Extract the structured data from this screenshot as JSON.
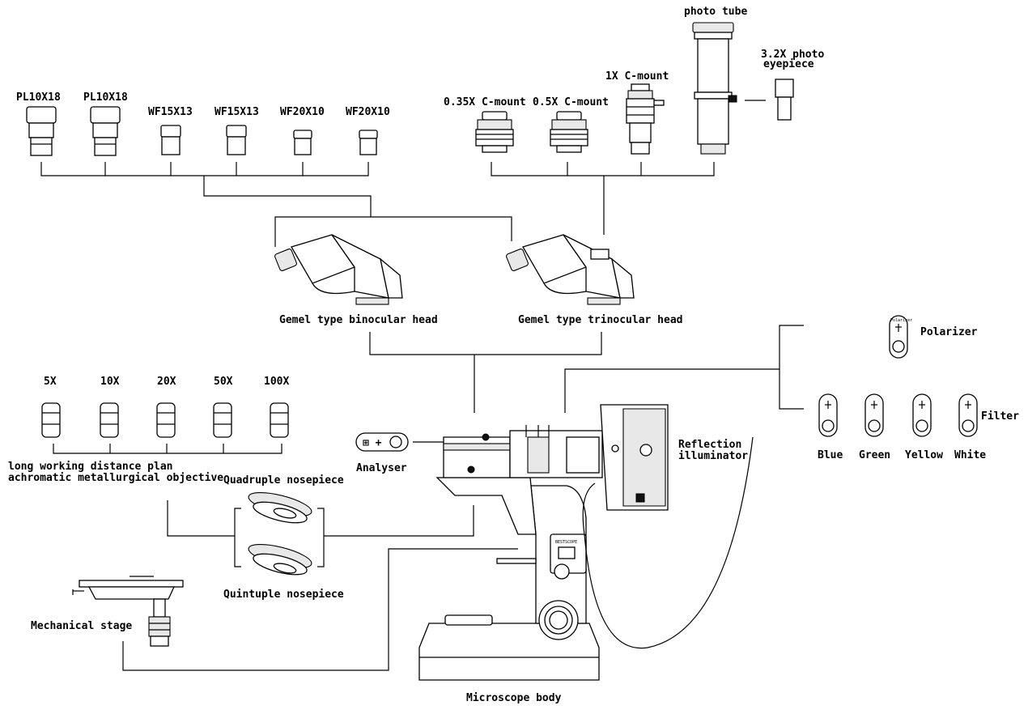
{
  "eyepieces": [
    {
      "label": "PL10X18"
    },
    {
      "label": "PL10X18"
    },
    {
      "label": "WF15X13"
    },
    {
      "label": "WF15X13"
    },
    {
      "label": "WF20X10"
    },
    {
      "label": "WF20X10"
    }
  ],
  "camera": {
    "photo_tube": "photo tube",
    "photo_eyepiece_line1": "3.2X photo",
    "photo_eyepiece_line2": "eyepiece",
    "mounts": [
      {
        "label": "0.35X C-mount"
      },
      {
        "label": "0.5X C-mount"
      },
      {
        "label": "1X C-mount"
      }
    ]
  },
  "heads": {
    "binocular": "Gemel type binocular head",
    "trinocular": "Gemel type trinocular head"
  },
  "objectives": {
    "items": [
      {
        "label": "5X"
      },
      {
        "label": "10X"
      },
      {
        "label": "20X"
      },
      {
        "label": "50X"
      },
      {
        "label": "100X"
      }
    ],
    "caption_line1": "long working distance plan",
    "caption_line2": "achromatic metallurgical objective"
  },
  "nosepieces": {
    "quadruple": "Quadruple nosepiece",
    "quintuple": "Quintuple nosepiece"
  },
  "analyser": {
    "label": "Analyser",
    "symbol": "⊞ +"
  },
  "illuminator": {
    "line1": "Reflection",
    "line2": "illuminator"
  },
  "polarizer": {
    "label": "Polarizer",
    "tag": "Polarizer"
  },
  "filters": {
    "label": "Filter",
    "items": [
      {
        "label": "Blue"
      },
      {
        "label": "Green"
      },
      {
        "label": "Yellow"
      },
      {
        "label": "White"
      }
    ]
  },
  "stage": {
    "label": "Mechanical stage"
  },
  "body": {
    "label": "Microscope body",
    "brand": "BESTSCOPE"
  }
}
